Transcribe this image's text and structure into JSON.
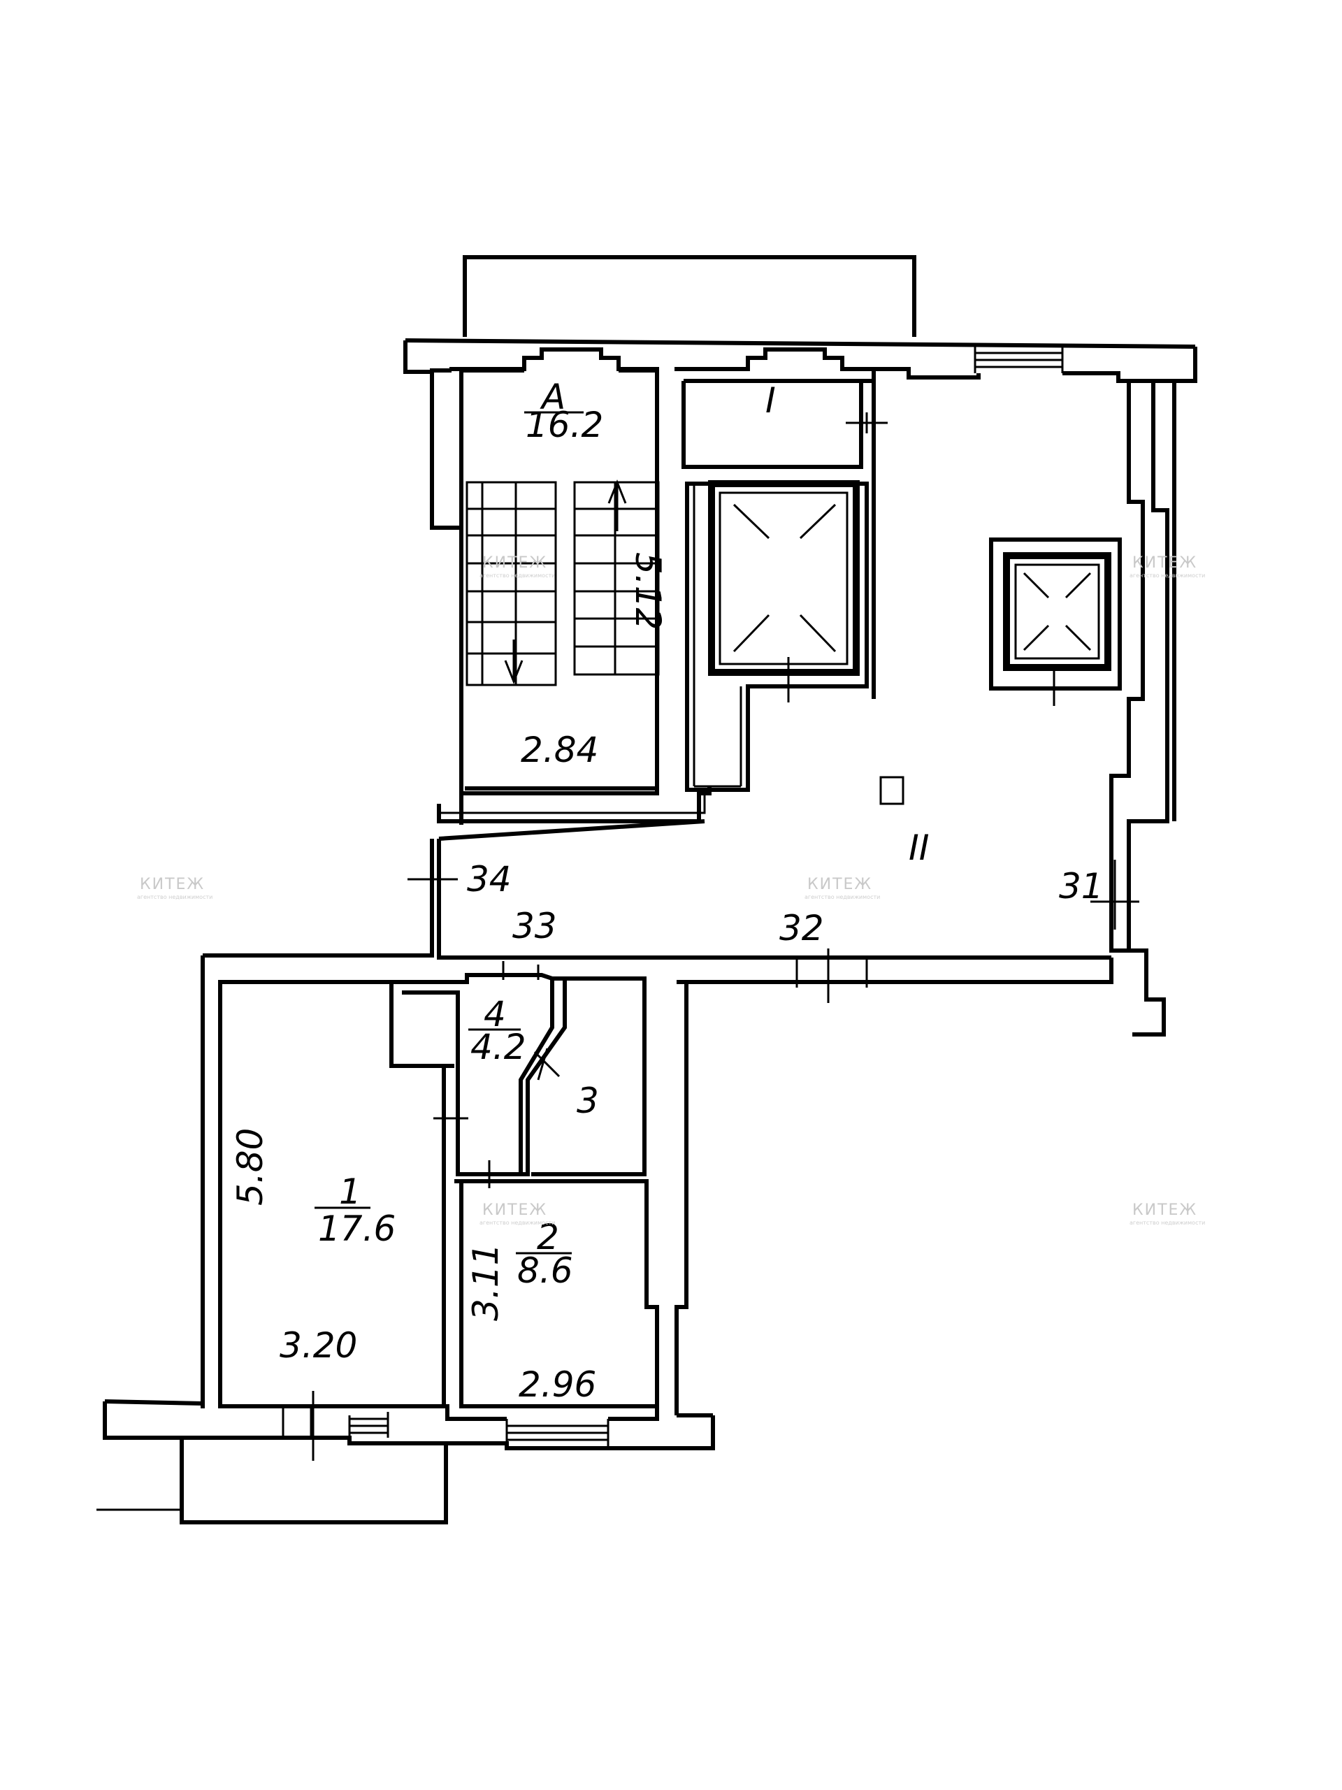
{
  "labels": {
    "stair_room": "A",
    "stair_area": "16.2",
    "stair_width": "2.84",
    "stair_length": "5.12",
    "room_I": "I",
    "room_II": "II",
    "opening_31": "31",
    "opening_32": "32",
    "opening_33": "33",
    "opening_34": "34",
    "room1_num": "1",
    "room1_area": "17.6",
    "room1_length": "5.80",
    "room1_width": "3.20",
    "room2_num": "2",
    "room2_area": "8.6",
    "room2_length": "3.11",
    "room2_width": "2.96",
    "room3_num": "3",
    "room4_num": "4",
    "room4_area": "4.2"
  },
  "watermark": {
    "brand": "КИТЕЖ",
    "tagline": "агентство недвижимости"
  }
}
